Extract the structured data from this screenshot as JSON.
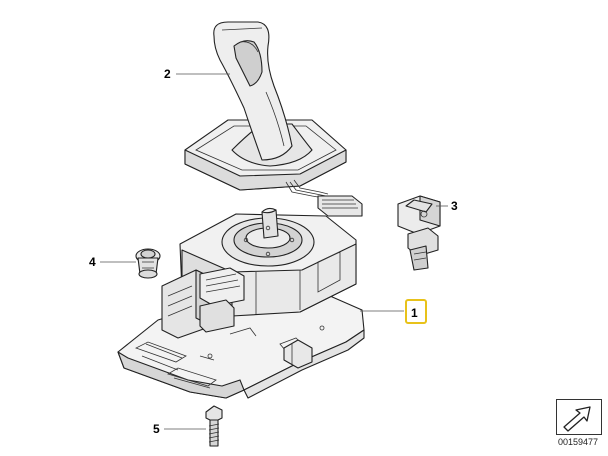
{
  "callouts": [
    {
      "label": "1",
      "highlighted": true
    },
    {
      "label": "2"
    },
    {
      "label": "3"
    },
    {
      "label": "4"
    },
    {
      "label": "5"
    }
  ],
  "reference_code": "00159477",
  "icons": [
    "corner-arrow-icon"
  ],
  "colors": {
    "highlight": "#e8c21a",
    "part_fill": "#f2f2f2",
    "part_shade": "#d9d9d9",
    "line": "#222222"
  }
}
